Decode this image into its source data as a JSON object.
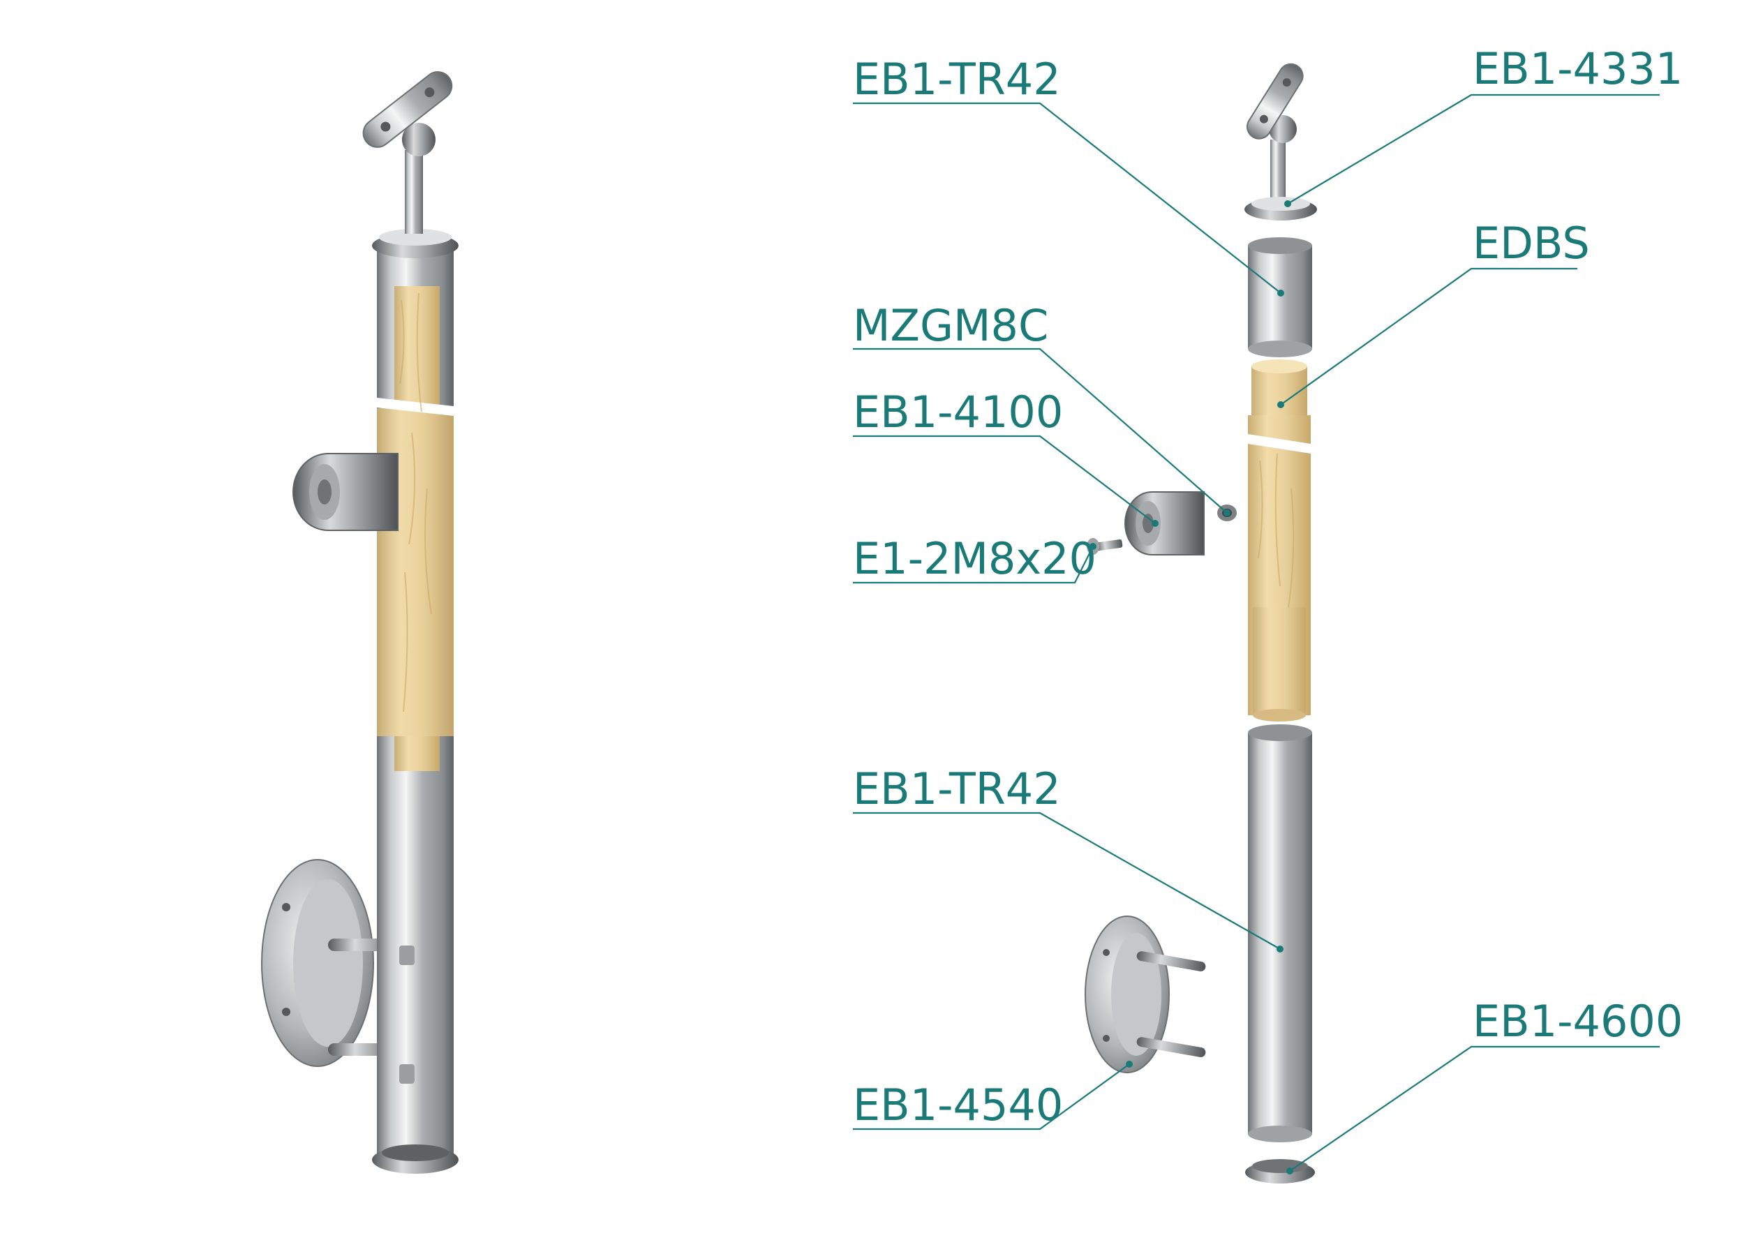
{
  "labels": {
    "tube_top": "EB1-TR42",
    "handrail_support": "EB1-4331",
    "wood_core": "EDBS",
    "threaded_insert": "MZGM8C",
    "glass_clamp": "EB1-4100",
    "screw": "E1-2M8x20",
    "tube_bottom": "EB1-TR42",
    "wall_flange": "EB1-4540",
    "end_cap": "EB1-4600"
  },
  "colors": {
    "accent": "#1a7a78",
    "steel": "#b9bcbe",
    "wood": "#ead3a0"
  }
}
